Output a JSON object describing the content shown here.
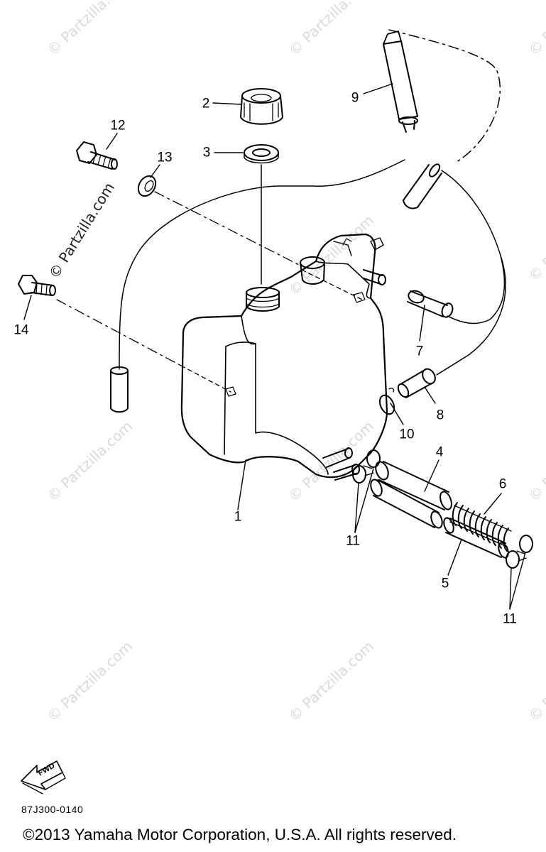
{
  "callouts": {
    "c1": "1",
    "c2": "2",
    "c3": "3",
    "c4": "4",
    "c5": "5",
    "c6": "6",
    "c7": "7",
    "c8": "8",
    "c9": "9",
    "c10": "10",
    "c11a": "11",
    "c11b": "11",
    "c12": "12",
    "c13": "13",
    "c14": "14"
  },
  "watermark": "© Partzilla.com",
  "fwd_label": "FWD",
  "part_code": "87J300-0140",
  "copyright": "©2013 Yamaha Motor Corporation, U.S.A. All rights reserved.",
  "colors": {
    "line": "#000000",
    "watermark": "#d9d9d9"
  }
}
